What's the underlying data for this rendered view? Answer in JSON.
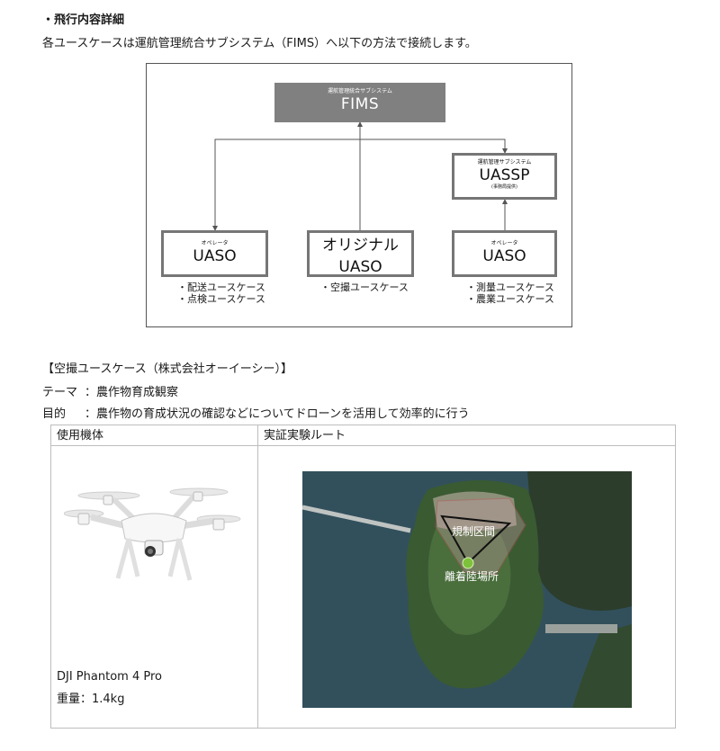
{
  "heading": "・飛行内容詳細",
  "intro": "各ユースケースは運航管理統合サブシステム（FIMS）へ以下の方法で接続します。",
  "diagram": {
    "fims": {
      "sub": "運航管理統合サブシステム",
      "name": "FIMS"
    },
    "uassp": {
      "sub": "運航管理サブシステム",
      "name": "UASSP",
      "note": "(事務局提供)"
    },
    "operators": [
      {
        "sub": "オペレータ",
        "name": "UASO",
        "uses": [
          "・配送ユースケース",
          "・点検ユースケース"
        ]
      },
      {
        "sub": "",
        "name": "オリジナル\nUASO",
        "name_line1": "オリジナル",
        "name_line2": "UASO",
        "uses": [
          "・空撮ユースケース"
        ]
      },
      {
        "sub": "オペレータ",
        "name": "UASO",
        "uses": [
          "・測量ユースケース",
          "・農業ユースケース"
        ]
      }
    ]
  },
  "case_title": "【空撮ユースケース（株式会社オーイーシー）】",
  "theme": {
    "label": "テーマ",
    "value": "：農作物育成観察"
  },
  "purpose": {
    "label": "目的",
    "value": "：農作物の育成状況の確認などについてドローンを活用して効率的に行う"
  },
  "table": {
    "col1_header": "使用機体",
    "col2_header": "実証実験ルート",
    "aircraft_name": "DJI Phantom 4 Pro",
    "aircraft_weight": "重量：1.4kg",
    "map_label_area": "規制区間",
    "map_label_site": "離着陸場所"
  },
  "colors": {
    "fims_fill": "#808080",
    "box_border": "#767676",
    "route_line": "#111111",
    "zone_outline": "#d04a5a",
    "takeoff_marker": "#7dc23a"
  }
}
